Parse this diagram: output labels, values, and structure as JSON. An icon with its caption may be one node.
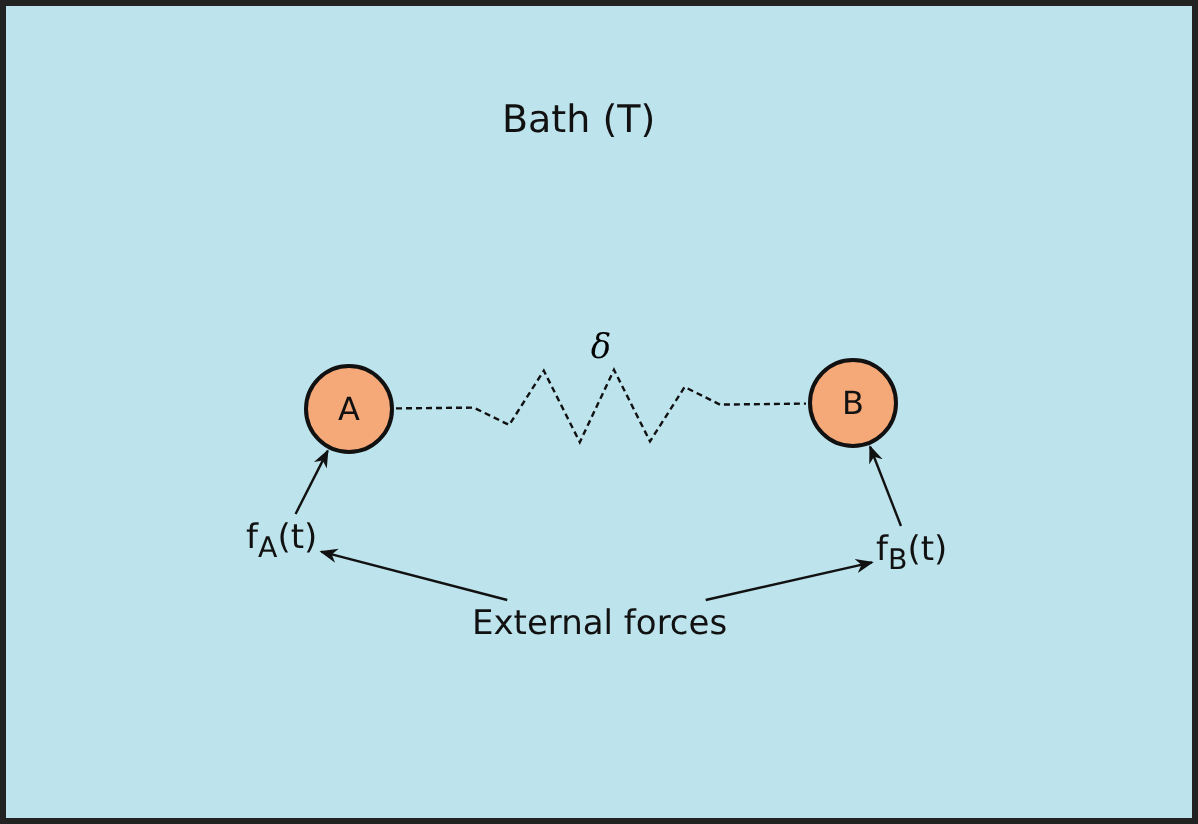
{
  "diagram": {
    "nodes": [
      {
        "text": [
          "Bath (T)"
        ]
      },
      {
        "text": [
          "A"
        ],
        "in": 0
      },
      {
        "text": [
          "B"
        ],
        "in": 0
      },
      {
        "text": [
          "f$_{A}$(t)"
        ],
        "in": 0
      },
      {
        "text": [
          "f$_{B}$(t)"
        ],
        "in": 0
      },
      {
        "text": [
          "External forces"
        ],
        "in": 0
      }
    ],
    "edges": [
      {
        "from": 1,
        "to": 2,
        "arrow": "none",
        "style": "dashed",
        "label": "δ"
      },
      {
        "from": 3,
        "to": 1,
        "arrow": "to"
      },
      {
        "from": 4,
        "to": 2,
        "arrow": "to"
      },
      {
        "from": 5,
        "to": 3,
        "arrow": "to"
      },
      {
        "from": 5,
        "to": 4,
        "arrow": "to"
      }
    ]
  }
}
